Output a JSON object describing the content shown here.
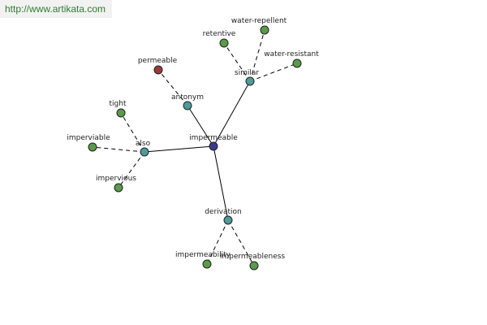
{
  "watermark": {
    "text": "http://www.artikata.com"
  },
  "colors": {
    "center": "#3a3a8c",
    "relation": "#4f9a9a",
    "leaf": "#5a9a4a",
    "antonym_leaf": "#9a3a3a"
  },
  "graph": {
    "nodes": [
      {
        "id": "impermeable",
        "label": "impermeable",
        "kind": "center"
      },
      {
        "id": "similar",
        "label": "similar",
        "kind": "relation"
      },
      {
        "id": "antonym",
        "label": "antonym",
        "kind": "relation"
      },
      {
        "id": "also",
        "label": "also",
        "kind": "relation"
      },
      {
        "id": "derivation",
        "label": "derivation",
        "kind": "relation"
      },
      {
        "id": "water-repellent",
        "label": "water-repellent",
        "kind": "leaf"
      },
      {
        "id": "retentive",
        "label": "retentive",
        "kind": "leaf"
      },
      {
        "id": "water-resistant",
        "label": "water-resistant",
        "kind": "leaf"
      },
      {
        "id": "permeable",
        "label": "permeable",
        "kind": "antonym_leaf"
      },
      {
        "id": "tight",
        "label": "tight",
        "kind": "leaf"
      },
      {
        "id": "imperviable",
        "label": "imperviable",
        "kind": "leaf"
      },
      {
        "id": "impervious",
        "label": "impervious",
        "kind": "leaf"
      },
      {
        "id": "impermeability",
        "label": "impermeability",
        "kind": "leaf"
      },
      {
        "id": "impermeableness",
        "label": "impermeableness",
        "kind": "leaf"
      }
    ],
    "edges": [
      {
        "from": "impermeable",
        "to": "similar",
        "style": "solid"
      },
      {
        "from": "impermeable",
        "to": "antonym",
        "style": "solid"
      },
      {
        "from": "impermeable",
        "to": "also",
        "style": "solid"
      },
      {
        "from": "impermeable",
        "to": "derivation",
        "style": "solid"
      },
      {
        "from": "similar",
        "to": "water-repellent",
        "style": "dashed"
      },
      {
        "from": "similar",
        "to": "retentive",
        "style": "dashed"
      },
      {
        "from": "similar",
        "to": "water-resistant",
        "style": "dashed"
      },
      {
        "from": "antonym",
        "to": "permeable",
        "style": "dashed"
      },
      {
        "from": "also",
        "to": "tight",
        "style": "dashed"
      },
      {
        "from": "also",
        "to": "imperviable",
        "style": "dashed"
      },
      {
        "from": "also",
        "to": "impervious",
        "style": "dashed"
      },
      {
        "from": "derivation",
        "to": "impermeability",
        "style": "dashed"
      },
      {
        "from": "derivation",
        "to": "impermeableness",
        "style": "dashed"
      }
    ]
  }
}
